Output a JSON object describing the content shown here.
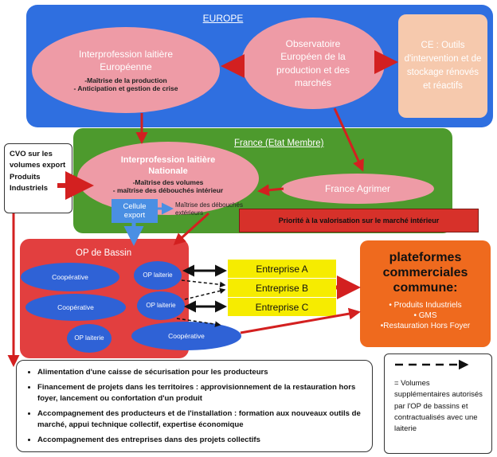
{
  "colors": {
    "europe": "#2f6fe0",
    "france": "#4d9a2d",
    "op_bassin": "#e23f3f",
    "pink": "#ee9ba6",
    "peach": "#f6c9ad",
    "blue_ellipse": "#2f62d6",
    "yellow": "#f6ec00",
    "orange": "#ef6a1e",
    "arrow_red": "#d32020",
    "arrow_black": "#111111",
    "cellule": "#4a8fe3",
    "bar": "#d7312a"
  },
  "europe": {
    "title": "EUROPE",
    "interprofession": {
      "title": "Interprofession laitière Européenne",
      "line1": "-Maîtrise de la production",
      "line2": "- Anticipation et gestion de crise"
    },
    "observatoire": "Observatoire Européen de la production et des marchés",
    "ce_outils": "CE : Outils d'intervention et de stockage rénovés et réactifs"
  },
  "france": {
    "title": "France (Etat Membre)",
    "interprofession": {
      "title": "Interprofession laitière Nationale",
      "line1": "-Maîtrise des volumes",
      "line2": "- maîtrise des débouchés intérieur"
    },
    "cellule_export": "Cellule export",
    "debouches": "Maîtrise des débouchés extérieurs",
    "agrimer": "France Agrimer",
    "priorite": "Priorité à la valorisation sur le marché intérieur"
  },
  "cvo": "CVO sur les volumes export Produits Industriels",
  "op_bassin": {
    "title": "OP de Bassin",
    "coop1": "Coopérative",
    "coop2": "Coopérative",
    "coop3": "Coopérative",
    "op1": "OP laiterie",
    "op2": "OP laiterie",
    "op3": "OP laiterie"
  },
  "entreprises": [
    "Entreprise A",
    "Entreprise B",
    "Entreprise C"
  ],
  "plateformes": {
    "title": "plateformes commerciales commune:",
    "items": [
      "• Produits Industriels",
      "• GMS",
      "•Restauration Hors Foyer"
    ]
  },
  "bullets": [
    "Alimentation d'une caisse de sécurisation pour les producteurs",
    "Financement de projets dans les territoires : approvisionnement de la restauration hors foyer, lancement ou confortation d'un produit",
    "Accompagnement des producteurs et de l'installation : formation aux nouveaux outils de marché, appui technique collectif, expertise économique",
    "Accompagnement des entreprises  dans des projets collectifs"
  ],
  "legend": "= Volumes supplémentaires autorisés par l'OP de bassins et contractualisés avec une laiterie"
}
